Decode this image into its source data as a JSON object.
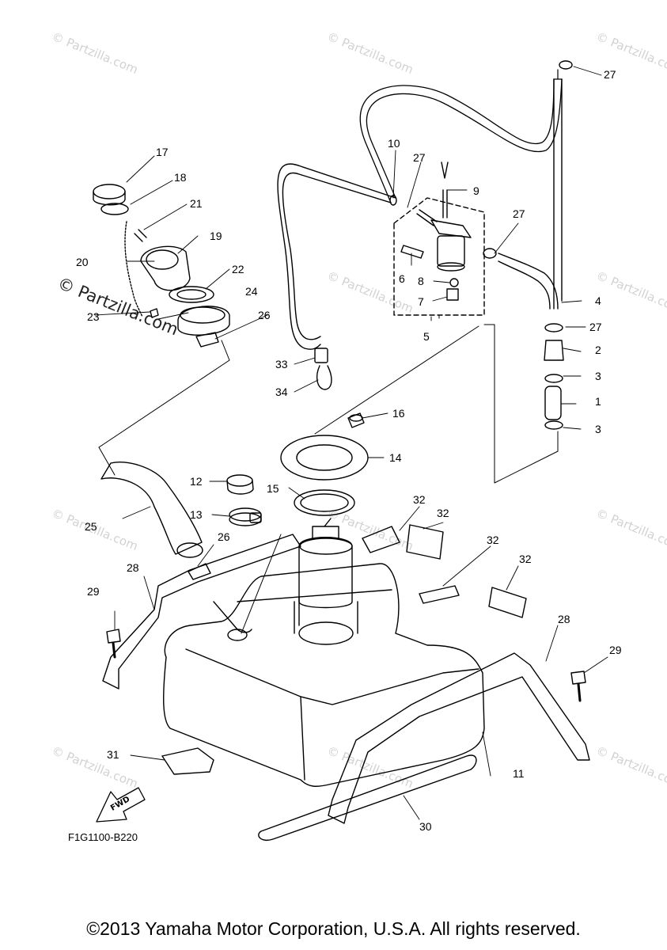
{
  "watermark": {
    "text": "© Partzilla.com",
    "prominent_text": "© Partzilla.com"
  },
  "diagram": {
    "code": "F1G1100-B220",
    "fwd_label": "FWD",
    "callouts": [
      "1",
      "2",
      "3",
      "3",
      "4",
      "5",
      "6",
      "7",
      "8",
      "9",
      "10",
      "11",
      "12",
      "13",
      "14",
      "15",
      "16",
      "17",
      "18",
      "19",
      "20",
      "21",
      "22",
      "23",
      "24",
      "25",
      "26",
      "26",
      "27",
      "27",
      "27",
      "27",
      "28",
      "28",
      "29",
      "29",
      "30",
      "31",
      "32",
      "32",
      "32",
      "32",
      "33",
      "34"
    ]
  },
  "footer": {
    "copyright": "©2013 Yamaha Motor Corporation, U.S.A. All rights reserved."
  }
}
